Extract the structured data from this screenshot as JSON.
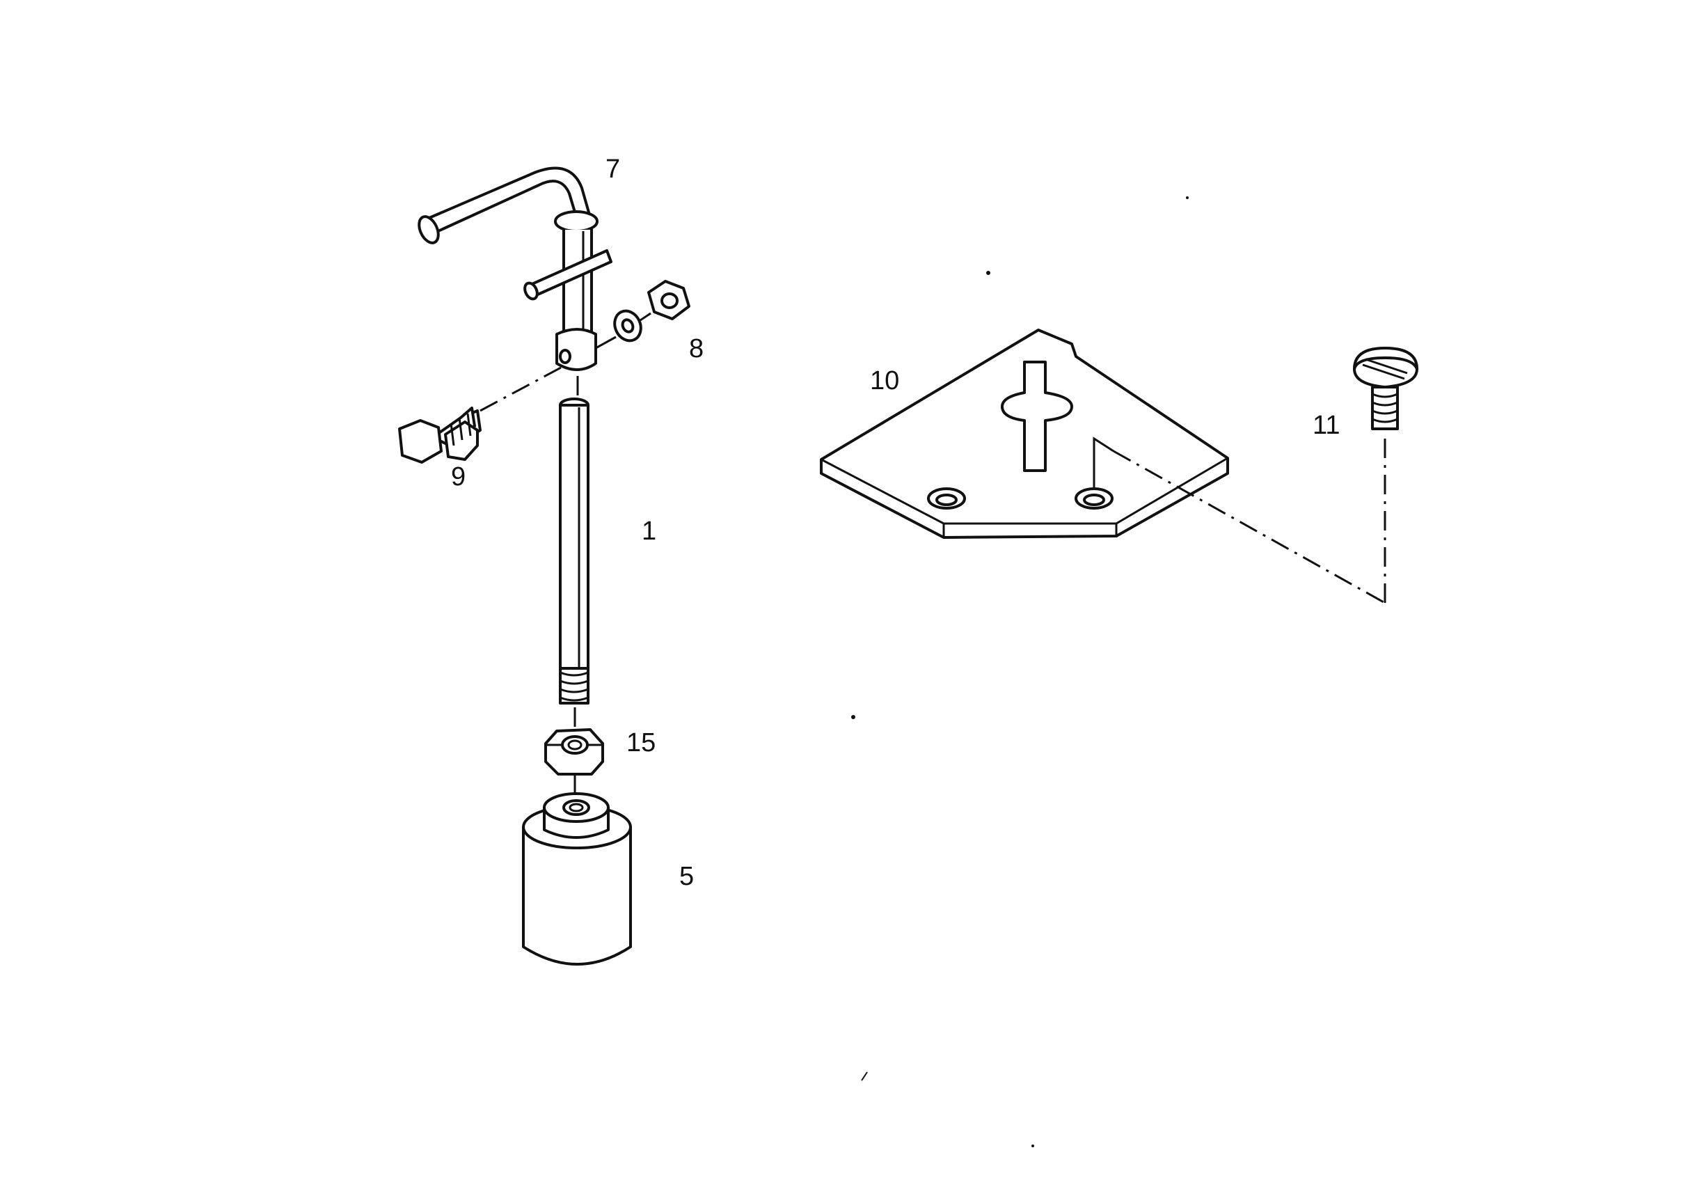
{
  "callouts": {
    "c1": "1",
    "c5": "5",
    "c7": "7",
    "c8": "8",
    "c9": "9",
    "c10": "10",
    "c11": "11",
    "c15": "15"
  },
  "colors": {
    "ink": "#111111",
    "paper": "#ffffff"
  }
}
